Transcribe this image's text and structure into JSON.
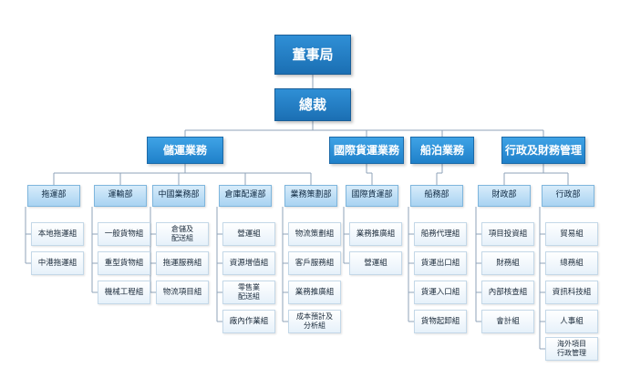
{
  "org": {
    "board": "董事局",
    "ceo": "總裁",
    "divisions": [
      "儲運業務",
      "國際貨運業務",
      "船泊業務",
      "行政及財務管理"
    ],
    "departments": [
      {
        "name": "拖運部",
        "teams": [
          "本地拖運組",
          "中港拖運組"
        ]
      },
      {
        "name": "運輸部",
        "teams": [
          "一般貨物組",
          "重型貨物組",
          "機械工程組"
        ]
      },
      {
        "name": "中國業務部",
        "teams": [
          "倉儲及\n配送組",
          "拖運服務組",
          "物流項目組"
        ]
      },
      {
        "name": "倉庫配運部",
        "teams": [
          "營運組",
          "資源增值組",
          "零售業\n配送組",
          "廠內作業組"
        ]
      },
      {
        "name": "業務策劃部",
        "teams": [
          "物流策劃組",
          "客戶服務組",
          "業務推廣組",
          "成本預計及\n分析組"
        ]
      },
      {
        "name": "國際貨運部",
        "teams": [
          "業務推廣組",
          "營運組"
        ]
      },
      {
        "name": "船務部",
        "teams": [
          "船務代理組",
          "貨運出口組",
          "貨運入口組",
          "貨物起卸組"
        ]
      },
      {
        "name": "財政部",
        "teams": [
          "項目投資組",
          "財務組",
          "內部核查組",
          "會計組"
        ]
      },
      {
        "name": "行政部",
        "teams": [
          "貿易組",
          "總務組",
          "資訊科技組",
          "人事組",
          "海外項目\n行政管理"
        ]
      }
    ]
  }
}
